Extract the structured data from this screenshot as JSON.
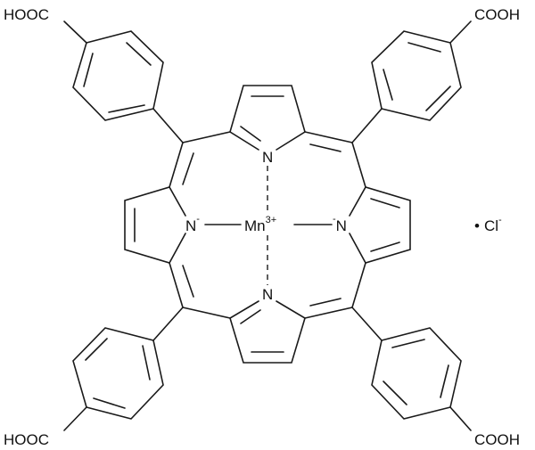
{
  "diagram": {
    "type": "chemical-structure",
    "description": "Mn(III) meso-tetra(4-carboxyphenyl)porphine chloride",
    "colors": {
      "bond": "#1a1a1a",
      "background": "#ffffff"
    },
    "labels": {
      "cooh_top_left": "HOOC",
      "cooh_top_right": "COOH",
      "cooh_bottom_left": "HOOC",
      "cooh_bottom_right": "COOH",
      "n_top": "N",
      "n_bottom": "N",
      "n_left": "N",
      "n_left_charge": "-",
      "n_right": "N",
      "n_right_charge": "-",
      "metal": "Mn",
      "metal_charge": "3+",
      "counterion_dot": "•",
      "counterion": "Cl",
      "counterion_charge": "-"
    }
  }
}
